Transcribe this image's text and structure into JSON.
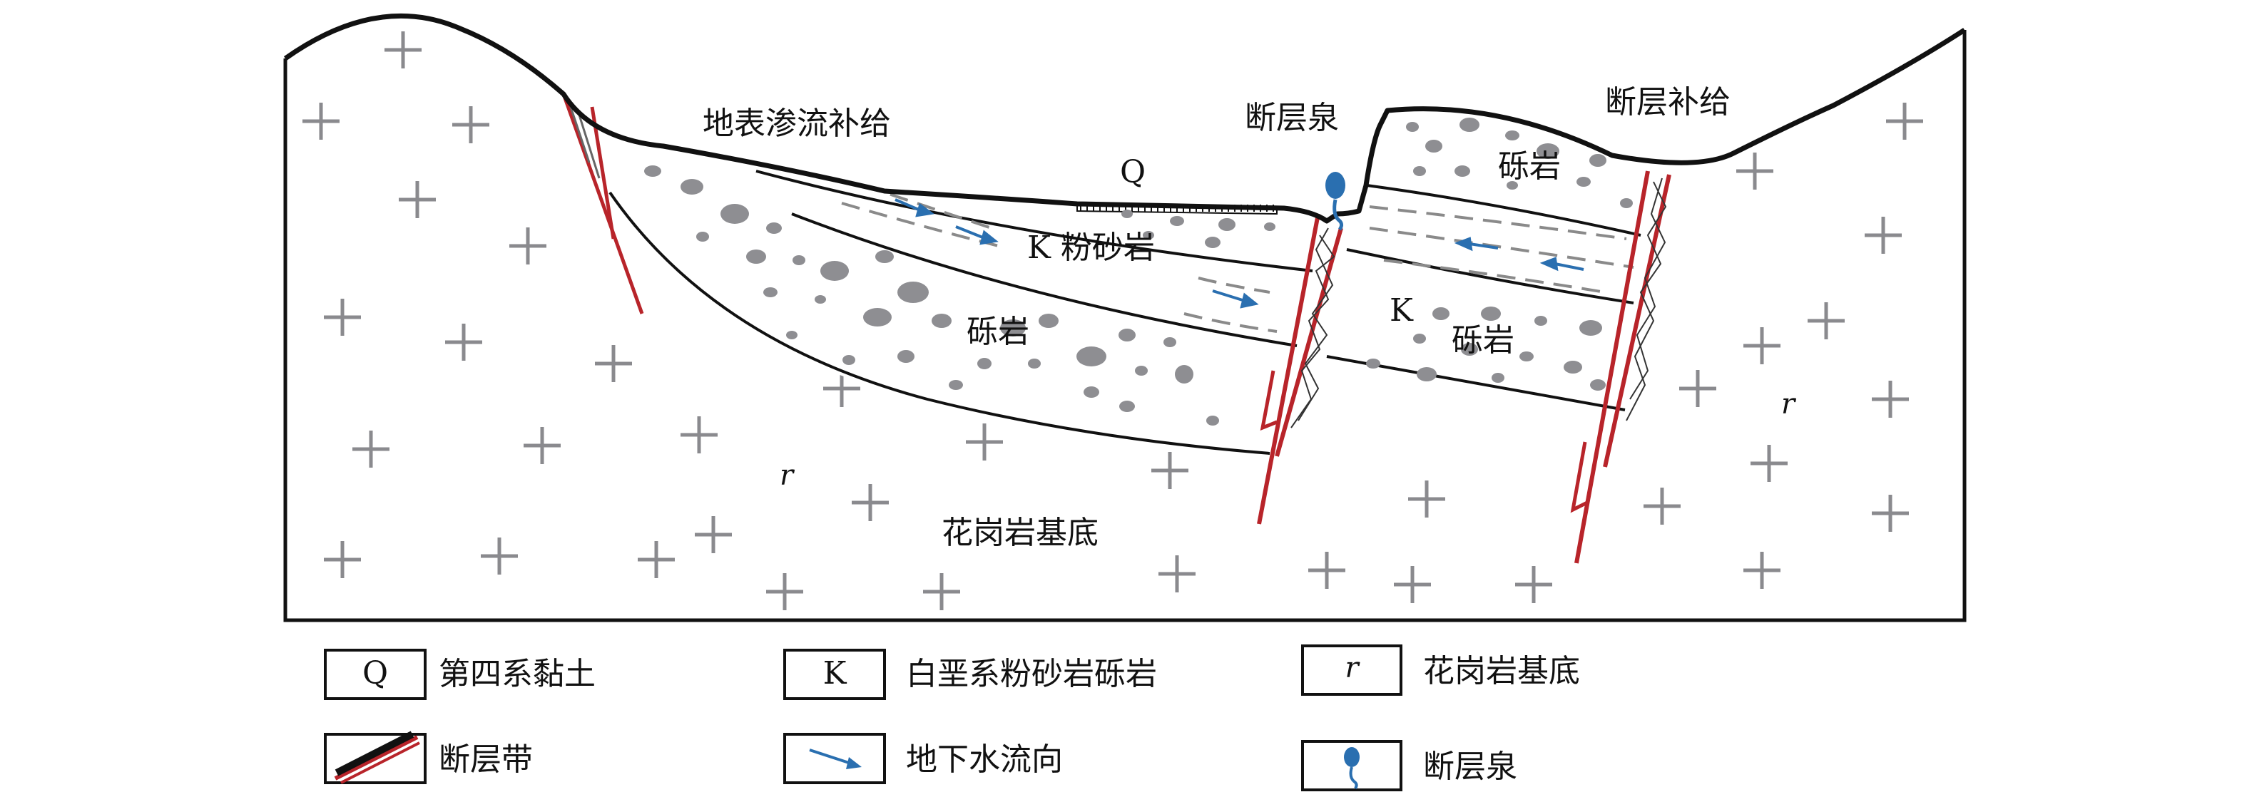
{
  "diagram": {
    "labels": {
      "surface_recharge": "地表渗流补给",
      "fault_spring": "断层泉",
      "fault_recharge": "断层补给",
      "q": "Q",
      "k_siltstone": "K 粉砂岩",
      "conglomerate_left": "砾岩",
      "conglomerate_right_top": "砾岩",
      "conglomerate_right_bottom": "砾岩",
      "k_right": "K",
      "r_left": "r",
      "r_right": "r",
      "granite_basement": "花岗岩基底"
    }
  },
  "legend": {
    "q_symbol": "Q",
    "q_label": "第四系黏土",
    "k_symbol": "K",
    "k_label": "白垩系粉砂岩砾岩",
    "r_symbol": "r",
    "r_label": "花岗岩基底",
    "fault_label": "断层带",
    "flow_label": "地下水流向",
    "spring_label": "断层泉"
  },
  "colors": {
    "outline": "#111111",
    "fault": "#b8242a",
    "gravel": "#8e8e92",
    "plus": "#8a8a8e",
    "arrow": "#2a6fb0",
    "dash": "#8a8a8a"
  }
}
